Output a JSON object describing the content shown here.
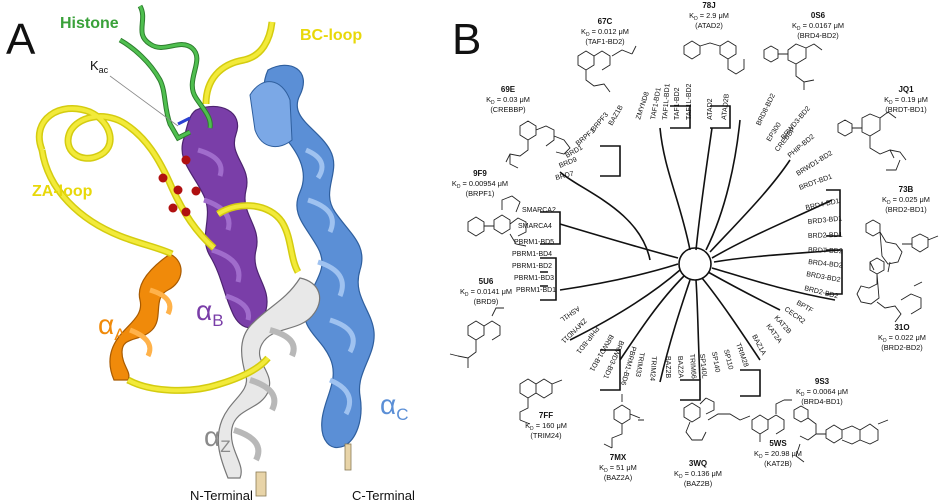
{
  "panelA": {
    "letter": "A",
    "histone": "Histone",
    "bc_loop": "BC-loop",
    "kac": "K",
    "kac_sub": "ac",
    "za_loop": "ZA-loop",
    "alpha_a": "α",
    "alpha_a_sub": "A",
    "alpha_b": "α",
    "alpha_b_sub": "B",
    "alpha_c": "α",
    "alpha_c_sub": "C",
    "alpha_z": "α",
    "alpha_z_sub": "Z",
    "n_terminal": "N-Terminal",
    "c_terminal": "C-Terminal",
    "colors": {
      "histone": "#3aa13a",
      "loops": "#e8e02a",
      "alphaA": "#f08a0a",
      "alphaB": "#7a3ea8",
      "alphaC": "#5b8fd6",
      "alphaZ": "#c8c8c8",
      "water": "#b01010"
    }
  },
  "panelB": {
    "letter": "B",
    "leaves": [
      "BAZ1B",
      "BRPF3",
      "BRPF1",
      "BRD1",
      "BRD9",
      "BRD7",
      "ZMYND8",
      "TAF1-BD1",
      "TAF1L-BD1",
      "TAF1-BD2",
      "TAF1L-BD2",
      "ATAD2",
      "ATAD2B",
      "BRWD3-BD2",
      "PHIP-BD2",
      "BRD8-BD2",
      "EP300",
      "CREBBP",
      "BRWD1-BD2",
      "BRDT-BD1",
      "BRD4-BD1",
      "BRD3-BD1",
      "BRD2-BD1",
      "BRDT-BD2",
      "BRD4-BD2",
      "BRD3-BD2",
      "BRD2-BD2",
      "BPTF",
      "CECR2",
      "KAT2B",
      "KAT2A",
      "BAZ1A",
      "TRIM28",
      "SP110",
      "SP140",
      "SP140L",
      "TRIM66",
      "BAZ2A",
      "BAZ2B",
      "TRIM24",
      "TRIM33",
      "PBRM1-BD6",
      "BRWD3-BD1",
      "BRWD1-BD1",
      "PHIP-BD1",
      "ZMYND11",
      "ASH1L",
      "PBRM1-BD1",
      "PBRM1-BD3",
      "PBRM1-BD2",
      "PBRM1-BD4",
      "PBRM1-BD5",
      "SMARCA4",
      "SMARCA2"
    ],
    "compounds": [
      {
        "id": "67C",
        "kd": "K",
        "kd_sub": "D",
        "kd_val": " = 0.012 μM",
        "target": "(TAF1-BD2)"
      },
      {
        "id": "78J",
        "kd": "K",
        "kd_sub": "D",
        "kd_val": " = 2.9 μM",
        "target": "(ATAD2)"
      },
      {
        "id": "0S6",
        "kd": "K",
        "kd_sub": "D",
        "kd_val": " = 0.0167 μM",
        "target": "(BRD4-BD2)"
      },
      {
        "id": "69E",
        "kd": "K",
        "kd_sub": "D",
        "kd_val": " = 0.03 μM",
        "target": "(CREBBP)"
      },
      {
        "id": "JQ1",
        "kd": "K",
        "kd_sub": "D",
        "kd_val": " = 0.19 μM",
        "target": "(BRDT-BD1)"
      },
      {
        "id": "9F9",
        "kd": "K",
        "kd_sub": "D",
        "kd_val": " = 0.00954 μM",
        "target": "(BRPF1)"
      },
      {
        "id": "73B",
        "kd": "K",
        "kd_sub": "D",
        "kd_val": " = 0.025 μM",
        "target": "(BRD2-BD1)"
      },
      {
        "id": "5U6",
        "kd": "K",
        "kd_sub": "D",
        "kd_val": " = 0.0141 μM",
        "target": "(BRD9)"
      },
      {
        "id": "31O",
        "kd": "K",
        "kd_sub": "D",
        "kd_val": " = 0.022 μM",
        "target": "(BRD2-BD2)"
      },
      {
        "id": "9S3",
        "kd": "K",
        "kd_sub": "D",
        "kd_val": " = 0.0064 μM",
        "target": "(BRD4-BD1)"
      },
      {
        "id": "7FF",
        "kd": "K",
        "kd_sub": "D",
        "kd_val": " = 160 μM",
        "target": "(TRIM24)"
      },
      {
        "id": "7MX",
        "kd": "K",
        "kd_sub": "D",
        "kd_val": " = 51 μM",
        "target": "(BAZ2A)"
      },
      {
        "id": "3WQ",
        "kd": "K",
        "kd_sub": "D",
        "kd_val": " = 0.136 μM",
        "target": "(BAZ2B)"
      },
      {
        "id": "5WS",
        "kd": "K",
        "kd_sub": "D",
        "kd_val": " = 20.98 μM",
        "target": "(KAT2B)"
      }
    ]
  }
}
